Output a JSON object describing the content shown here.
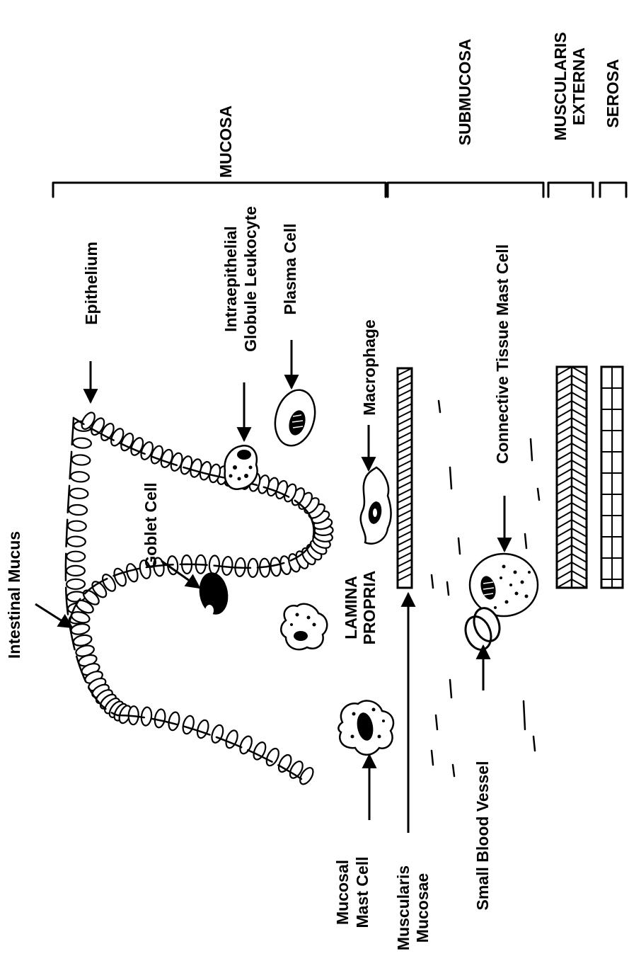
{
  "layers": {
    "mucosa": "MUCOSA",
    "submucosa": "SUBMUCOSA",
    "muscularis_externa_line1": "MUSCULARIS",
    "muscularis_externa_line2": "EXTERNA",
    "serosa": "SEROSA"
  },
  "labels": {
    "epithelium": "Epithelium",
    "intraepithelial_line1": "Intraepithelial",
    "intraepithelial_line2": "Globule Leukocyte",
    "plasma_cell": "Plasma Cell",
    "macrophage": "Macrophage",
    "connective_tissue_mast_cell": "Connective Tissue Mast Cell",
    "intestinal_mucus": "Intestinal Mucus",
    "goblet_cell": "Goblet Cell",
    "lamina_propria_line1": "LAMINA",
    "lamina_propria_line2": "PROPRIA",
    "small_blood_vessel": "Small Blood Vessel",
    "mucosal_mast_cell_line1": "Mucosal",
    "mucosal_mast_cell_line2": "Mast Cell",
    "muscularis_mucosae_line1": "Muscularis",
    "muscularis_mucosae_line2": "Mucosae"
  }
}
